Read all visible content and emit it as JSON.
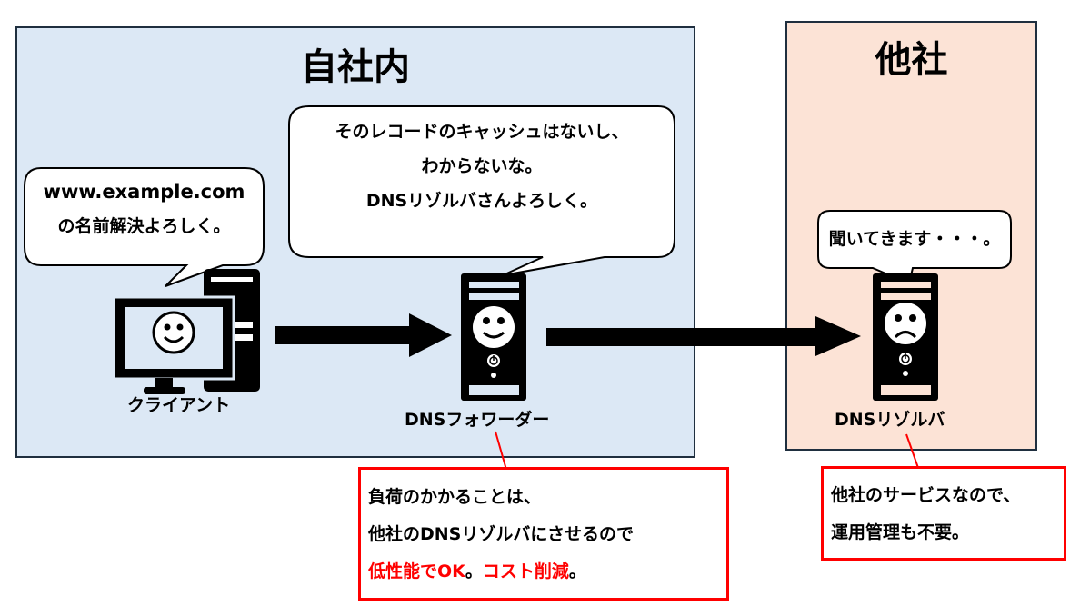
{
  "zones": {
    "own_company": {
      "title": "自社内",
      "color": "#dce8f5"
    },
    "other_company": {
      "title": "他社",
      "color": "#fce3d6"
    }
  },
  "nodes": {
    "client": {
      "label": "クライアント",
      "face": "smile"
    },
    "forwarder": {
      "label": "DNSフォワーダー",
      "face": "smile"
    },
    "resolver": {
      "label": "DNSリゾルバ",
      "face": "sad"
    }
  },
  "bubbles": {
    "client": {
      "lines": [
        "www.example.com",
        "の名前解決よろしく。"
      ]
    },
    "forwarder": {
      "lines": [
        "そのレコードのキャッシュはないし、",
        "わからないな。",
        "DNSリゾルバさんよろしく。"
      ]
    },
    "resolver": {
      "lines": [
        "聞いてきます・・・。"
      ]
    }
  },
  "notes": {
    "forwarder": {
      "line1": "負荷のかかることは、",
      "line2": "他社のDNSリゾルバにさせるので",
      "line3_a": "低性能でOK",
      "line3_b": "。",
      "line3_c": "コスト削減",
      "line3_d": "。"
    },
    "resolver": {
      "line1": "他社のサービスなので、",
      "line2": "運用管理も不要。"
    }
  },
  "colors": {
    "accent_red": "#ff0000",
    "border": "#1f2f3f"
  }
}
